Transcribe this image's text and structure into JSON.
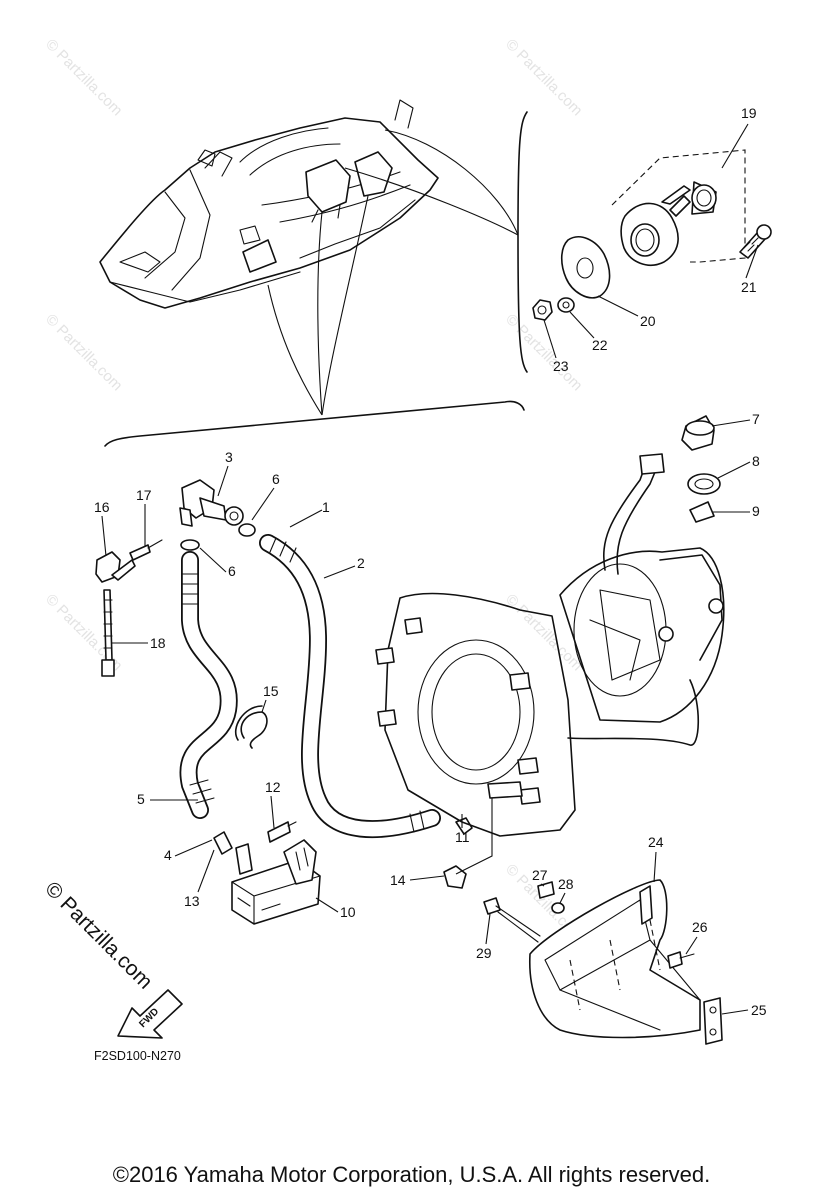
{
  "callouts": [
    "1",
    "2",
    "3",
    "4",
    "5",
    "6",
    "6",
    "7",
    "8",
    "9",
    "10",
    "11",
    "12",
    "13",
    "14",
    "15",
    "16",
    "17",
    "18",
    "19",
    "20",
    "21",
    "22",
    "23",
    "24",
    "25",
    "26",
    "27",
    "28",
    "29"
  ],
  "fwd_label": "FWD",
  "diagram_code": "F2SD100-N270",
  "watermark": "© Partzilla.com",
  "copyright": "©2016  Yamaha Motor Corporation, U.S.A. All rights reserved."
}
